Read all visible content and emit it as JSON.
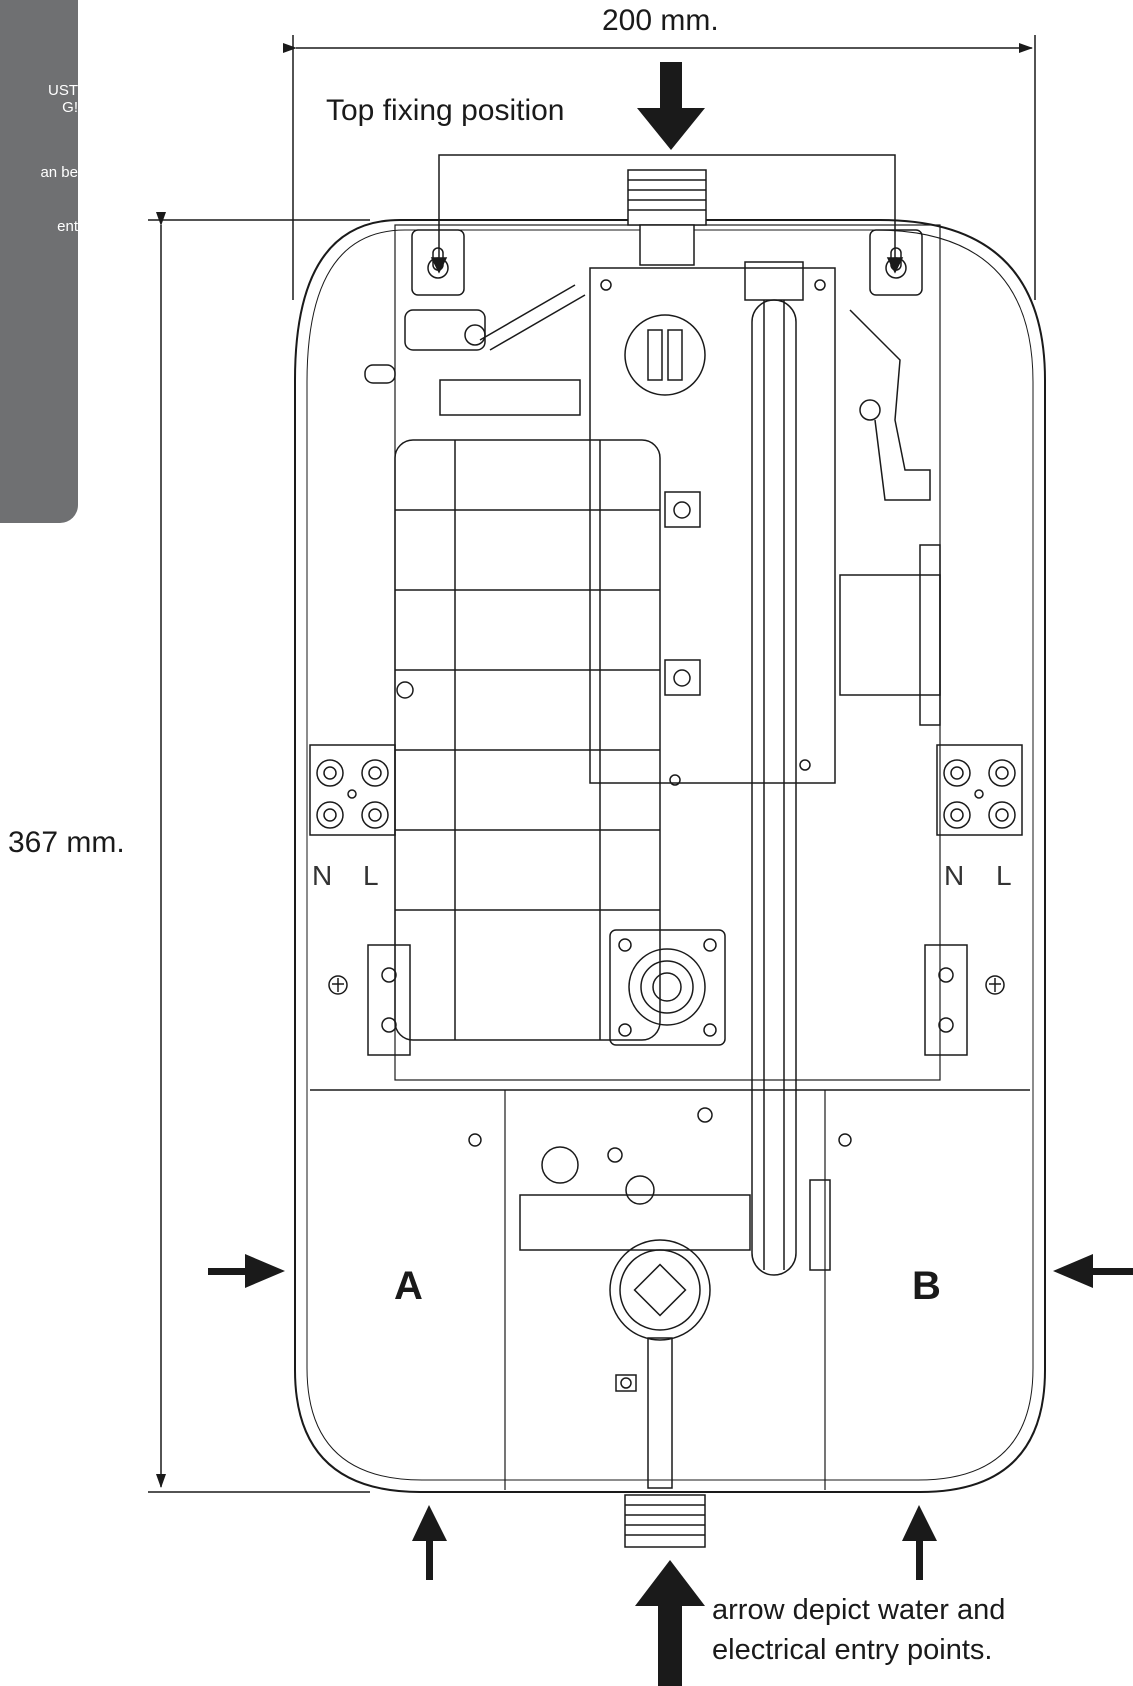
{
  "side_panel": {
    "fragments": [
      "UST",
      "G!",
      "an be",
      "ent"
    ]
  },
  "labels": {
    "width_dimension": "200 mm.",
    "height_dimension": "367 mm.",
    "top_fixing": "Top fixing position",
    "side_a": "A",
    "side_b": "B",
    "terminal_n_left": "N",
    "terminal_l_left": "L",
    "terminal_n_right": "N",
    "terminal_l_right": "L",
    "entry_note_line1": "arrow depict water and",
    "entry_note_line2": "electrical entry points."
  },
  "colors": {
    "panel": "#6f7072",
    "ink": "#1a1a1a"
  }
}
